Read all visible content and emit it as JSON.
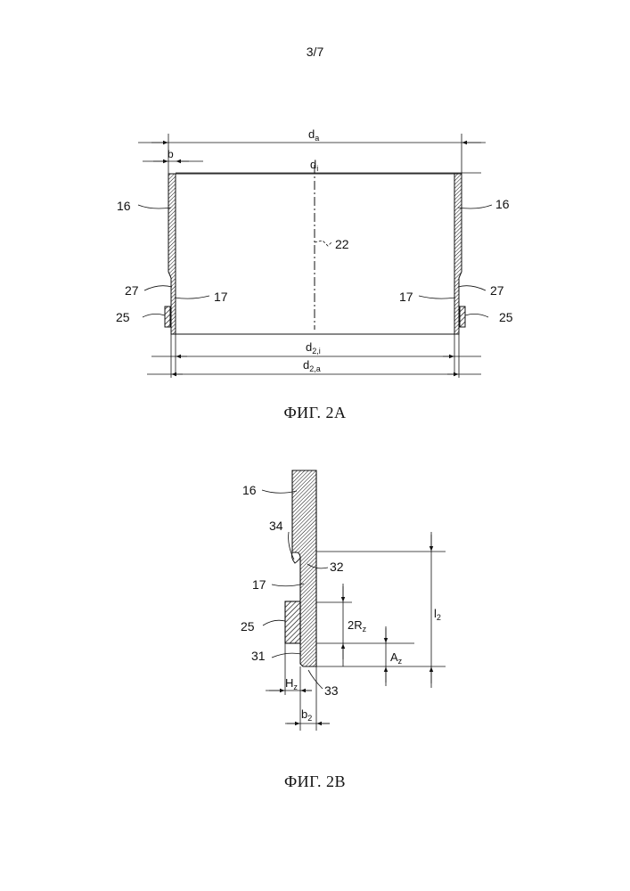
{
  "page": {
    "number": "3/7"
  },
  "fig_a": {
    "caption": "ФИГ. 2A",
    "dims": {
      "d_a": {
        "main": "d",
        "sub": "a"
      },
      "b": {
        "main": "b",
        "sub": ""
      },
      "d_i": {
        "main": "d",
        "sub": "i"
      },
      "d_2i": {
        "main": "d",
        "sub": "2,i"
      },
      "d_2a": {
        "main": "d",
        "sub": "2,a"
      }
    },
    "refs": {
      "left_16": "16",
      "right_16": "16",
      "axis_22": "22",
      "left_27": "27",
      "right_27": "27",
      "left_17": "17",
      "right_17": "17",
      "left_25": "25",
      "right_25": "25"
    }
  },
  "fig_b": {
    "caption": "ФИГ. 2B",
    "refs": {
      "r16": "16",
      "r34": "34",
      "r32": "32",
      "r17": "17",
      "r25": "25",
      "r31": "31",
      "r33": "33"
    },
    "dims": {
      "l2": {
        "main": "l",
        "sub": "2"
      },
      "rz": {
        "main": "2R",
        "sub": "z"
      },
      "az": {
        "main": "A",
        "sub": "z"
      },
      "hz": {
        "main": "H",
        "sub": "z"
      },
      "b2": {
        "main": "b",
        "sub": "2"
      }
    }
  }
}
